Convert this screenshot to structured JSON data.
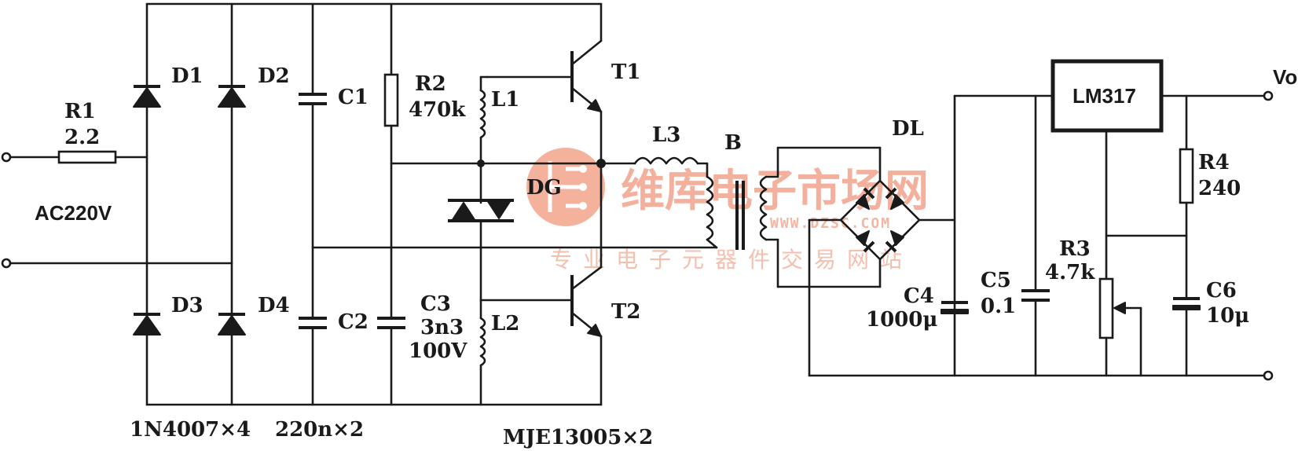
{
  "components": {
    "r1": {
      "ref": "R1",
      "value": "2.2"
    },
    "ac": {
      "label": "AC220V"
    },
    "d1": {
      "ref": "D1"
    },
    "d2": {
      "ref": "D2"
    },
    "d3": {
      "ref": "D3"
    },
    "d4": {
      "ref": "D4"
    },
    "c1": {
      "ref": "C1"
    },
    "c2": {
      "ref": "C2"
    },
    "r2": {
      "ref": "R2",
      "value": "470k"
    },
    "c3": {
      "ref": "C3",
      "value": "3n3",
      "voltage": "100V"
    },
    "l1": {
      "ref": "L1"
    },
    "l2": {
      "ref": "L2"
    },
    "dg": {
      "ref": "DG"
    },
    "t1": {
      "ref": "T1"
    },
    "t2": {
      "ref": "T2"
    },
    "l3": {
      "ref": "L3"
    },
    "b": {
      "ref": "B"
    },
    "dl": {
      "ref": "DL"
    },
    "c4": {
      "ref": "C4",
      "value": "1000μ"
    },
    "c5": {
      "ref": "C5",
      "value": "0.1"
    },
    "lm317": {
      "label": "LM317"
    },
    "r3": {
      "ref": "R3",
      "value": "4.7k"
    },
    "r4": {
      "ref": "R4",
      "value": "240"
    },
    "c6": {
      "ref": "C6",
      "value": "10μ"
    },
    "vo": {
      "label": "Vo"
    }
  },
  "parts_list": {
    "diodes": "1N4007×4",
    "caps": "220n×2",
    "transistors": "MJE13005×2"
  },
  "watermark": {
    "title": "维库电子市场网",
    "url": "WWW.DZSC.COM",
    "subtitle": "专业电子元器件交易网站"
  },
  "colors": {
    "ink": "#1a1a1a",
    "watermark": "#f2a48c"
  }
}
